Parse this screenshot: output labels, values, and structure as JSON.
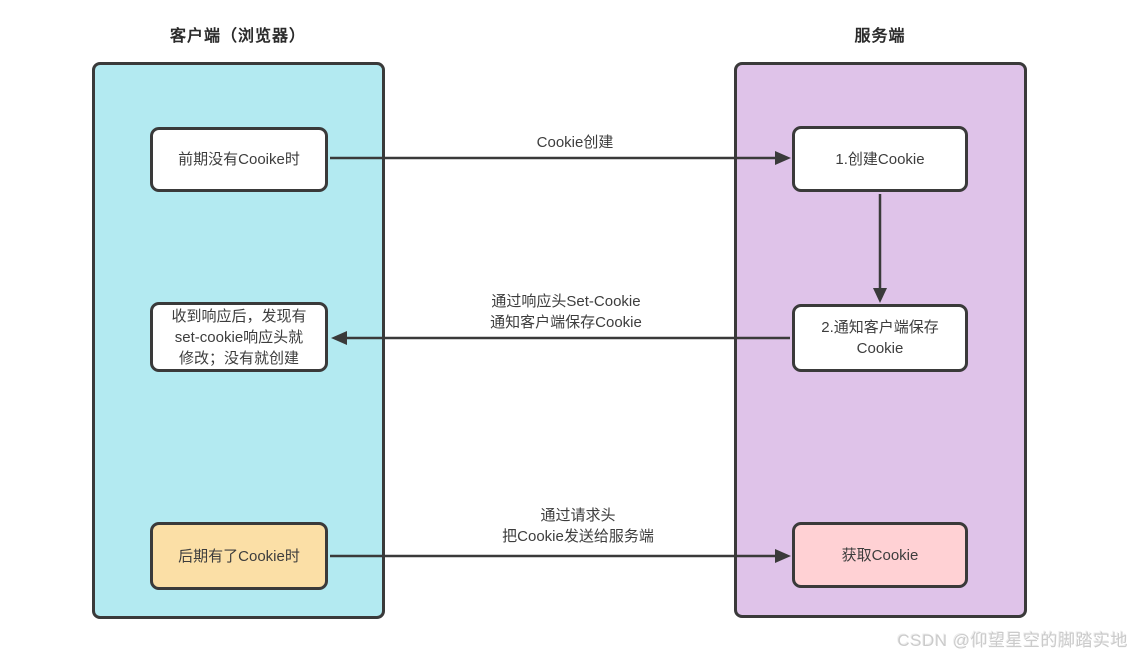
{
  "titles": {
    "client": "客户端（浏览器）",
    "server": "服务端"
  },
  "client": {
    "boxes": [
      {
        "label": "前期没有Cooike时"
      },
      {
        "label": "收到响应后，发现有\nset-cookie响应头就\n修改；没有就创建"
      },
      {
        "label": "后期有了Cookie时"
      }
    ]
  },
  "server": {
    "boxes": [
      {
        "label": "1.创建Cookie"
      },
      {
        "label": "2.通知客户端保存\nCookie"
      },
      {
        "label": "获取Cookie"
      }
    ]
  },
  "arrows": [
    {
      "label": "Cookie创建",
      "direction": "client-to-server"
    },
    {
      "label": "通过响应头Set-Cookie\n通知客户端保存Cookie",
      "direction": "server-to-client"
    },
    {
      "label": "通过请求头\n把Cookie发送给服务端",
      "direction": "client-to-server"
    }
  ],
  "watermark": "CSDN @仰望星空的脚踏实地",
  "colors": {
    "client_panel": "#b3eaf1",
    "server_panel": "#dfc3e9",
    "node_default": "#ffffff",
    "node_orange": "#fbdfa6",
    "node_pink": "#ffd1d4",
    "stroke": "#3a3a3a",
    "text": "#3d3d3d",
    "watermark": "#cbcbcb"
  }
}
